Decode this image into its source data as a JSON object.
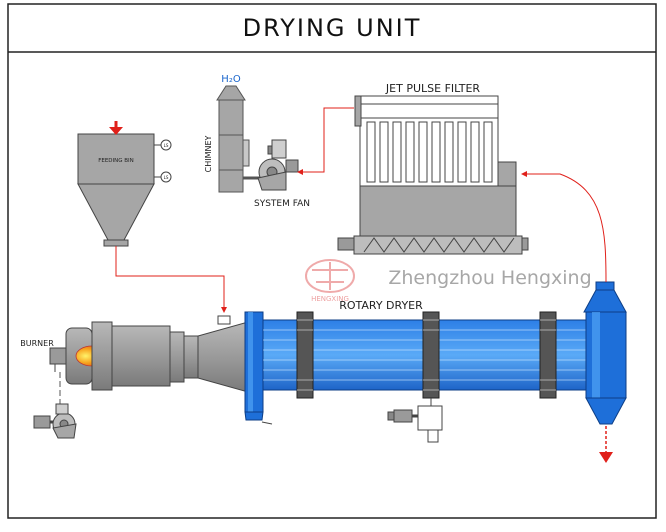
{
  "title": "DRYING UNIT",
  "labels": {
    "h2o": "H₂O",
    "chimney": "CHIMNEY",
    "system_fan": "SYSTEM FAN",
    "jet_pulse_filter": "JET PULSE FILTER",
    "feeding_bin": "FEEDING BIN",
    "level_gauge": "LS",
    "burner": "BURNER",
    "rotary_dryer": "ROTARY DRYER"
  },
  "watermark": {
    "company": "Zhengzhou Hengxing",
    "logo_text": "HENGXING"
  },
  "colors": {
    "equipment_gray": "#a6a6a6",
    "equipment_dark": "#7f7f7f",
    "drum_blue": "#1e6fd9",
    "drum_light": "#4fa3f5",
    "flow_red": "#e0201a",
    "flame": "#f28a1a"
  }
}
